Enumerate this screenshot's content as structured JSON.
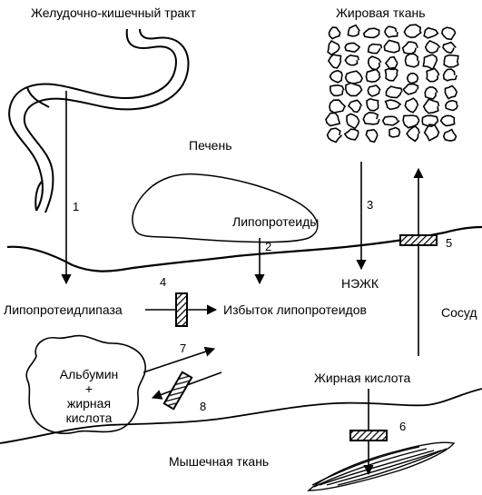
{
  "labels": {
    "gi_tract": "Желудочно-кишечный тракт",
    "adipose": "Жировая ткань",
    "liver": "Печень",
    "lipoproteins": "Липопротеиды",
    "lipoprotein_lipase": "Липопротеидлипаза",
    "excess_lipoproteins": "Избыток липопротеидов",
    "nefa": "НЭЖК",
    "vessel": "Сосуд",
    "albumin": "Альбумин",
    "plus": "+",
    "fatty_acid_line1": "жирная",
    "fatty_acid_line2": "кислота",
    "fatty_acid": "Жирная кислота",
    "muscle": "Мышечная ткань"
  },
  "step_numbers": {
    "s1": "1",
    "s2": "2",
    "s3": "3",
    "s4": "4",
    "s5": "5",
    "s6": "6",
    "s7": "7",
    "s8": "8"
  },
  "colors": {
    "ink": "#000000",
    "background": "#ffffff"
  }
}
